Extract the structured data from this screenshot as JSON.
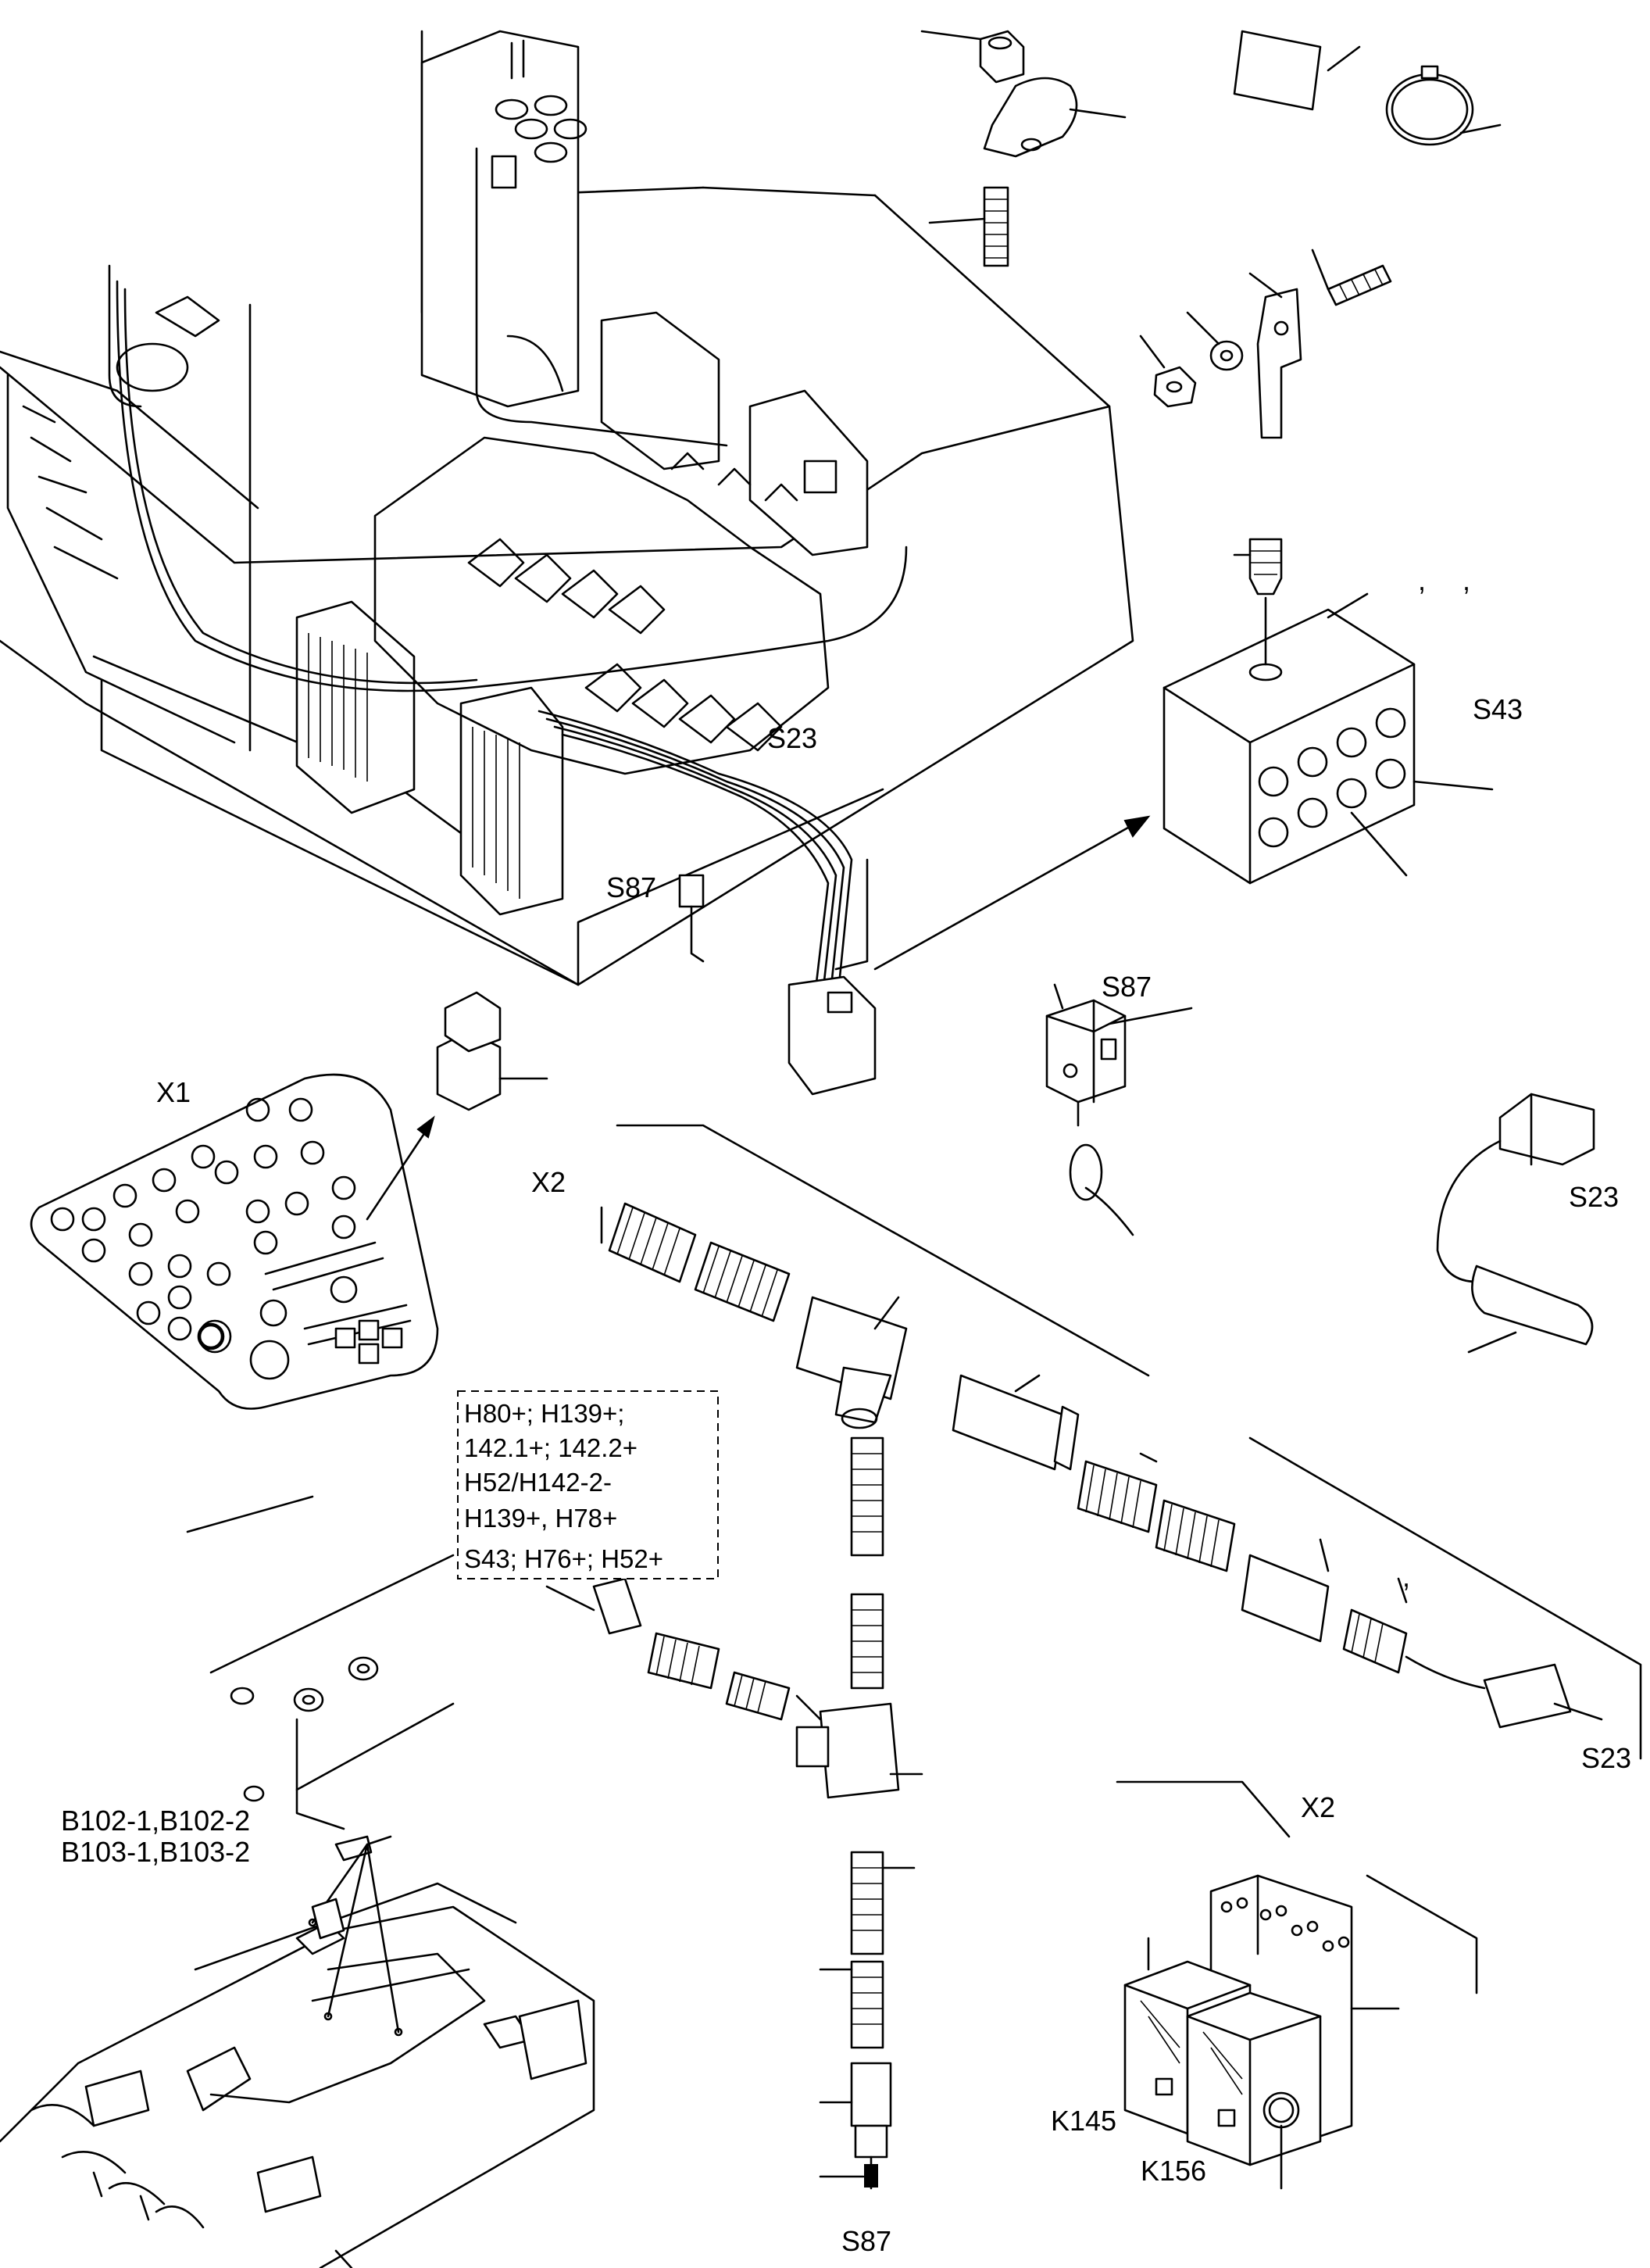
{
  "labels": {
    "s23_top": "S23",
    "s87_top": "S87",
    "s43": "S43",
    "s87_detail": "S87",
    "x1": "X1",
    "x2_top": "X2",
    "s23_right": "S23",
    "s23_conn": "S23",
    "x2_relay": "X2",
    "b102": "B102-1,B102-2",
    "b103": "B103-1,B103-2",
    "k145": "K145",
    "k156": "K156",
    "s87_bottom": "S87",
    "comma_1": ",",
    "comma_2": ",",
    "comma_3": ","
  },
  "note_box": {
    "line1": "H80+; H139+;",
    "line2": "142.1+; 142.2+",
    "line3": "H52/H142-2-",
    "line4": "H139+, H78+",
    "line5": "S43; H76+; H52+"
  }
}
